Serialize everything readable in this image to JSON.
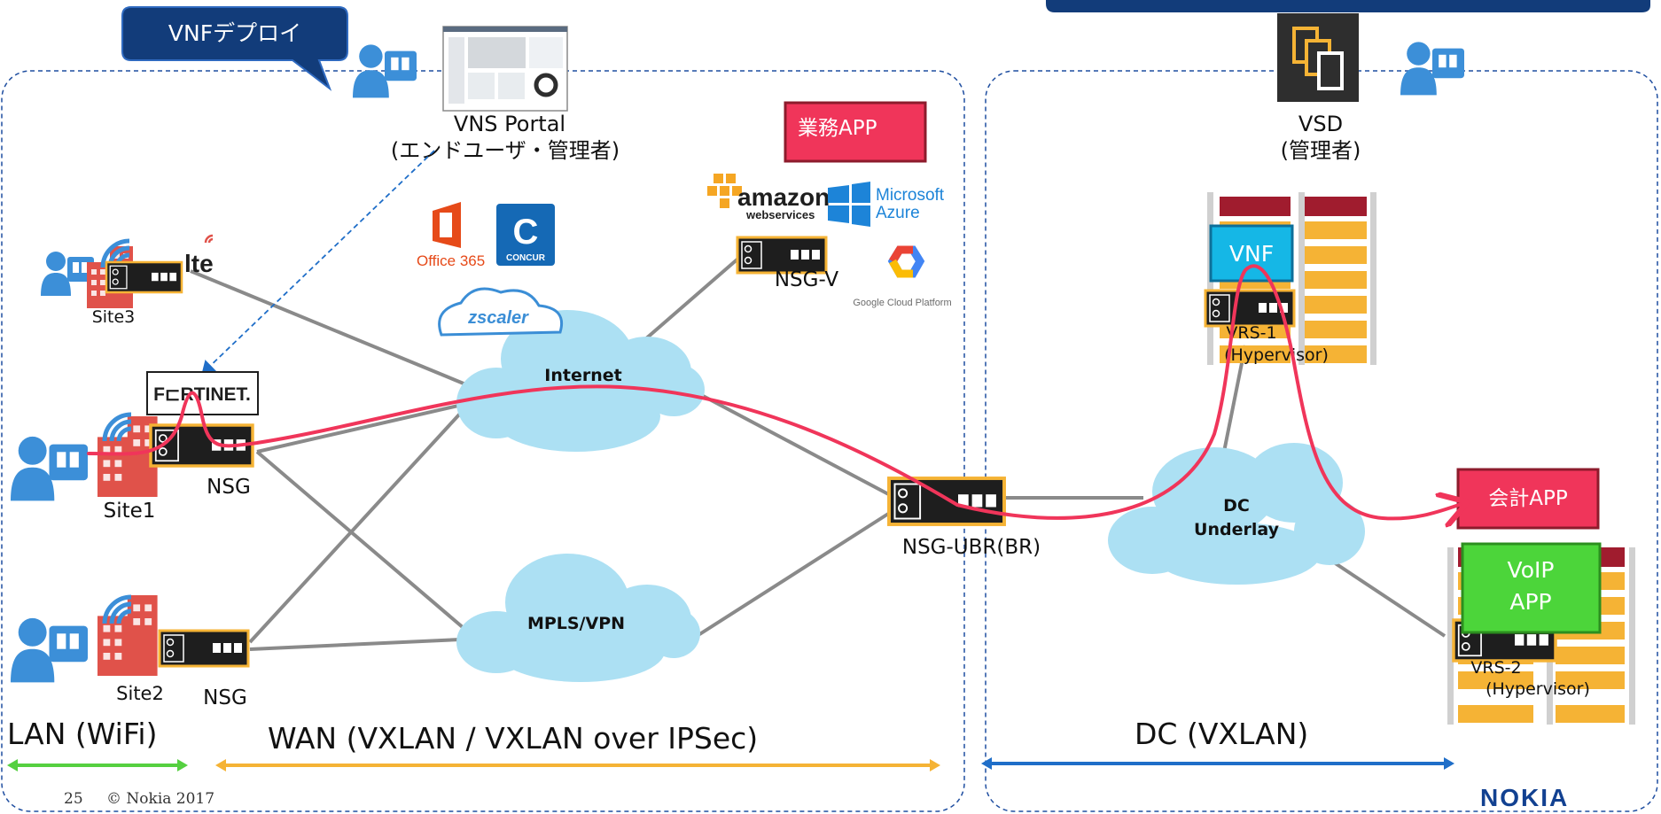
{
  "callout": {
    "label": "VNFデプロイ"
  },
  "portal": {
    "name": "VNS Portal",
    "role": "(エンドユーザ・管理者)"
  },
  "vsd": {
    "name": "VSD",
    "role": "(管理者)"
  },
  "apps": {
    "gyomu": "業務APP",
    "kaikei": "会計APP",
    "voip_line1": "VoIP",
    "voip_line2": "APP",
    "vnf": "VNF"
  },
  "clouds": {
    "internet": "Internet",
    "mpls": "MPLS/VPN",
    "dc_line1": "DC",
    "dc_line2": "Underlay"
  },
  "nodes": {
    "site1": "Site1",
    "site2": "Site2",
    "site3": "Site3",
    "nsg1": "NSG",
    "nsg2": "NSG",
    "nsgv": "NSG-V",
    "nsgubr": "NSG-UBR(BR)",
    "vrs1_line1": "VRS-1",
    "vrs1_line2": "(Hypervisor)",
    "vrs2_line1": "VRS-2",
    "vrs2_line2": "(Hypervisor)"
  },
  "logos": {
    "office_365": "Office 365",
    "concur": "CONCUR",
    "zscaler": "zscaler",
    "amazon": "amazon",
    "amazon_sub": "webservices",
    "ms1": "Microsoft",
    "ms2": "Azure",
    "google": "Google Cloud Platform",
    "fortinet": "F⊏RTINET.",
    "lte": "lte",
    "nokia": "NOKIA"
  },
  "zones": {
    "lan": "LAN (WiFi)",
    "wan": "WAN (VXLAN / VXLAN over IPSec)",
    "dc": "DC (VXLAN)"
  },
  "footer": {
    "page": "25",
    "copyright": "© Nokia 2017"
  },
  "colors": {
    "navy": "#123c7a",
    "red_flow": "#f0355a",
    "app_red": "#f0355a",
    "voip_green": "#4cd53a",
    "vnf_cyan": "#15b7e6",
    "cloud": "#ace0f3",
    "rack_orange": "#f5b335",
    "rack_dark": "#a01c2e",
    "lan_green": "#55d040",
    "wan_orange": "#f5b335",
    "dc_blue": "#1f6ec8",
    "nokia_blue": "#124191"
  }
}
